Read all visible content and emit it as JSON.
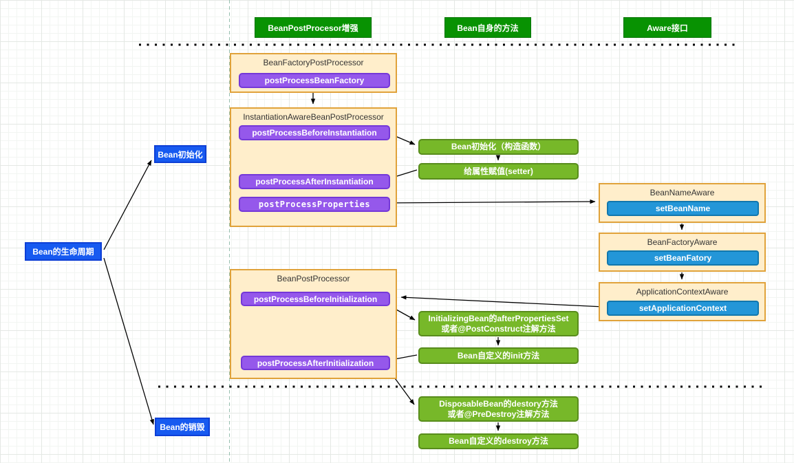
{
  "headers": {
    "bean_post_processor": {
      "label": "BeanPostProcesor增强"
    },
    "bean_own_methods": {
      "label": "Bean自身的方法"
    },
    "aware": {
      "label": "Aware接口"
    }
  },
  "left": {
    "lifecycle": "Bean的生命周期",
    "init": "Bean初始化",
    "destroy": "Bean的销毁"
  },
  "containers": {
    "bean_factory_post_processor": {
      "title": "BeanFactoryPostProcessor",
      "methods": {
        "post_process_bean_factory": "postProcessBeanFactory"
      }
    },
    "instantiation_aware": {
      "title": "InstantiationAwareBeanPostProcessor",
      "methods": {
        "before_instantiation": "postProcessBeforeInstantiation",
        "after_instantiation": "postProcessAfterInstantiation",
        "properties": "postProcessProperties"
      }
    },
    "bean_post_processor": {
      "title": "BeanPostProcessor",
      "methods": {
        "before_initialization": "postProcessBeforeInitialization",
        "after_initialization": "postProcessAfterInitialization"
      }
    },
    "bean_name_aware": {
      "title": "BeanNameAware",
      "methods": {
        "set_bean_name": "setBeanName"
      }
    },
    "bean_factory_aware": {
      "title": "BeanFactoryAware",
      "methods": {
        "set_bean_fatory": "setBeanFatory"
      }
    },
    "application_context_aware": {
      "title": "ApplicationContextAware",
      "methods": {
        "set_application_context": "setApplicationContext"
      }
    }
  },
  "flow": {
    "construct": "Bean初始化（构造函数）",
    "setter": "给属性赋值(setter)",
    "after_properties_line1": "InitializingBean的afterPropertiesSet",
    "after_properties_line2": "或者@PostConstruct注解方法",
    "custom_init": "Bean自定义的init方法",
    "dispose_line1": "DisposableBean的destory方法",
    "dispose_line2": "或者@PreDestroy注解方法",
    "custom_destroy": "Bean自定义的destroy方法"
  },
  "colors": {
    "header_green": "#089202",
    "flow_green": "#77b829",
    "flow_green_border": "#588c1c",
    "method_purple": "#9558eb",
    "method_purple_border": "#7438d8",
    "aware_blue": "#2396d8",
    "aware_blue_border": "#1177ad",
    "node_blue": "#175af0",
    "node_blue_border": "#0d3fd6",
    "container_fill": "#ffeecb",
    "container_border": "#e0a23a",
    "arrow_black": "#000000",
    "guide_teal": "#96bfae"
  }
}
